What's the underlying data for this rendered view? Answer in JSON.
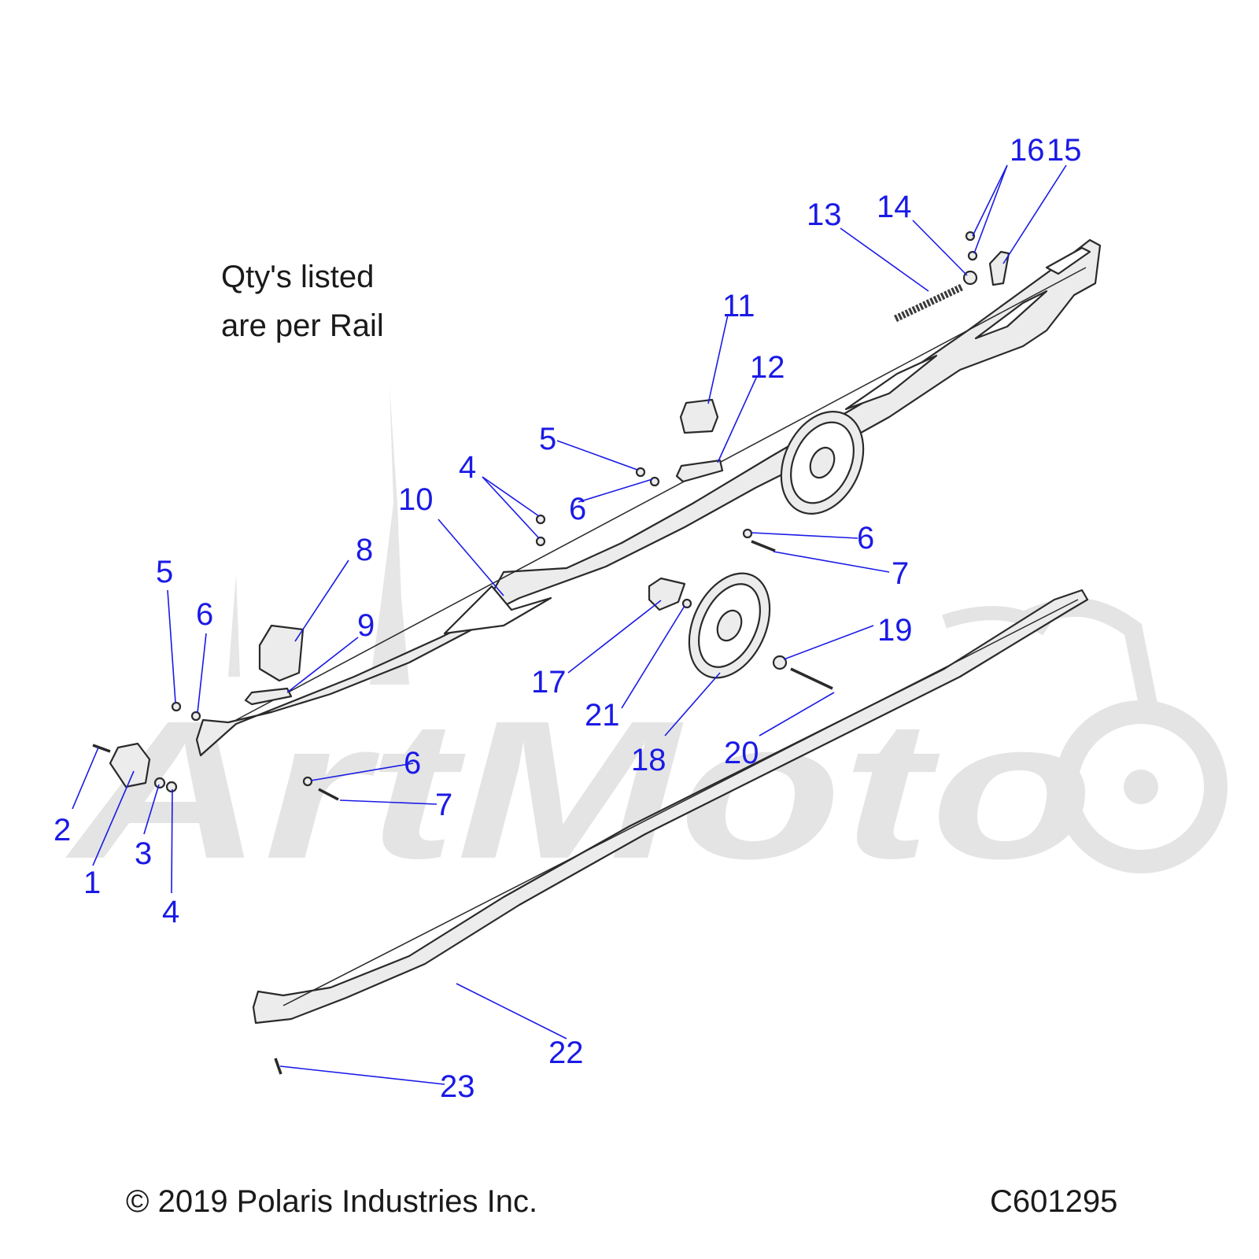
{
  "note": {
    "line1": "Qty's listed",
    "line2": "are per Rail"
  },
  "footer": {
    "copyright": "© 2019 Polaris Industries Inc.",
    "diagram_code": "C601295"
  },
  "watermark": {
    "text": "ArtMoto"
  },
  "colors": {
    "callout": "#1a1ae6",
    "line": "#1a1ae6",
    "part_stroke": "#2a2a2a",
    "part_fill": "#ececec",
    "watermark": "#e4e4e4"
  },
  "callouts": [
    {
      "id": "c1",
      "label": "1"
    },
    {
      "id": "c2",
      "label": "2"
    },
    {
      "id": "c3",
      "label": "3"
    },
    {
      "id": "c4a",
      "label": "4"
    },
    {
      "id": "c4b",
      "label": "4"
    },
    {
      "id": "c5a",
      "label": "5"
    },
    {
      "id": "c5b",
      "label": "5"
    },
    {
      "id": "c6a",
      "label": "6"
    },
    {
      "id": "c6b",
      "label": "6"
    },
    {
      "id": "c6c",
      "label": "6"
    },
    {
      "id": "c6d",
      "label": "6"
    },
    {
      "id": "c7a",
      "label": "7"
    },
    {
      "id": "c7b",
      "label": "7"
    },
    {
      "id": "c8",
      "label": "8"
    },
    {
      "id": "c9",
      "label": "9"
    },
    {
      "id": "c10",
      "label": "10"
    },
    {
      "id": "c11",
      "label": "11"
    },
    {
      "id": "c12",
      "label": "12"
    },
    {
      "id": "c13",
      "label": "13"
    },
    {
      "id": "c14",
      "label": "14"
    },
    {
      "id": "c15",
      "label": "15"
    },
    {
      "id": "c16",
      "label": "16"
    },
    {
      "id": "c17",
      "label": "17"
    },
    {
      "id": "c18",
      "label": "18"
    },
    {
      "id": "c19",
      "label": "19"
    },
    {
      "id": "c20",
      "label": "20"
    },
    {
      "id": "c21",
      "label": "21"
    },
    {
      "id": "c22",
      "label": "22"
    },
    {
      "id": "c23",
      "label": "23"
    }
  ]
}
